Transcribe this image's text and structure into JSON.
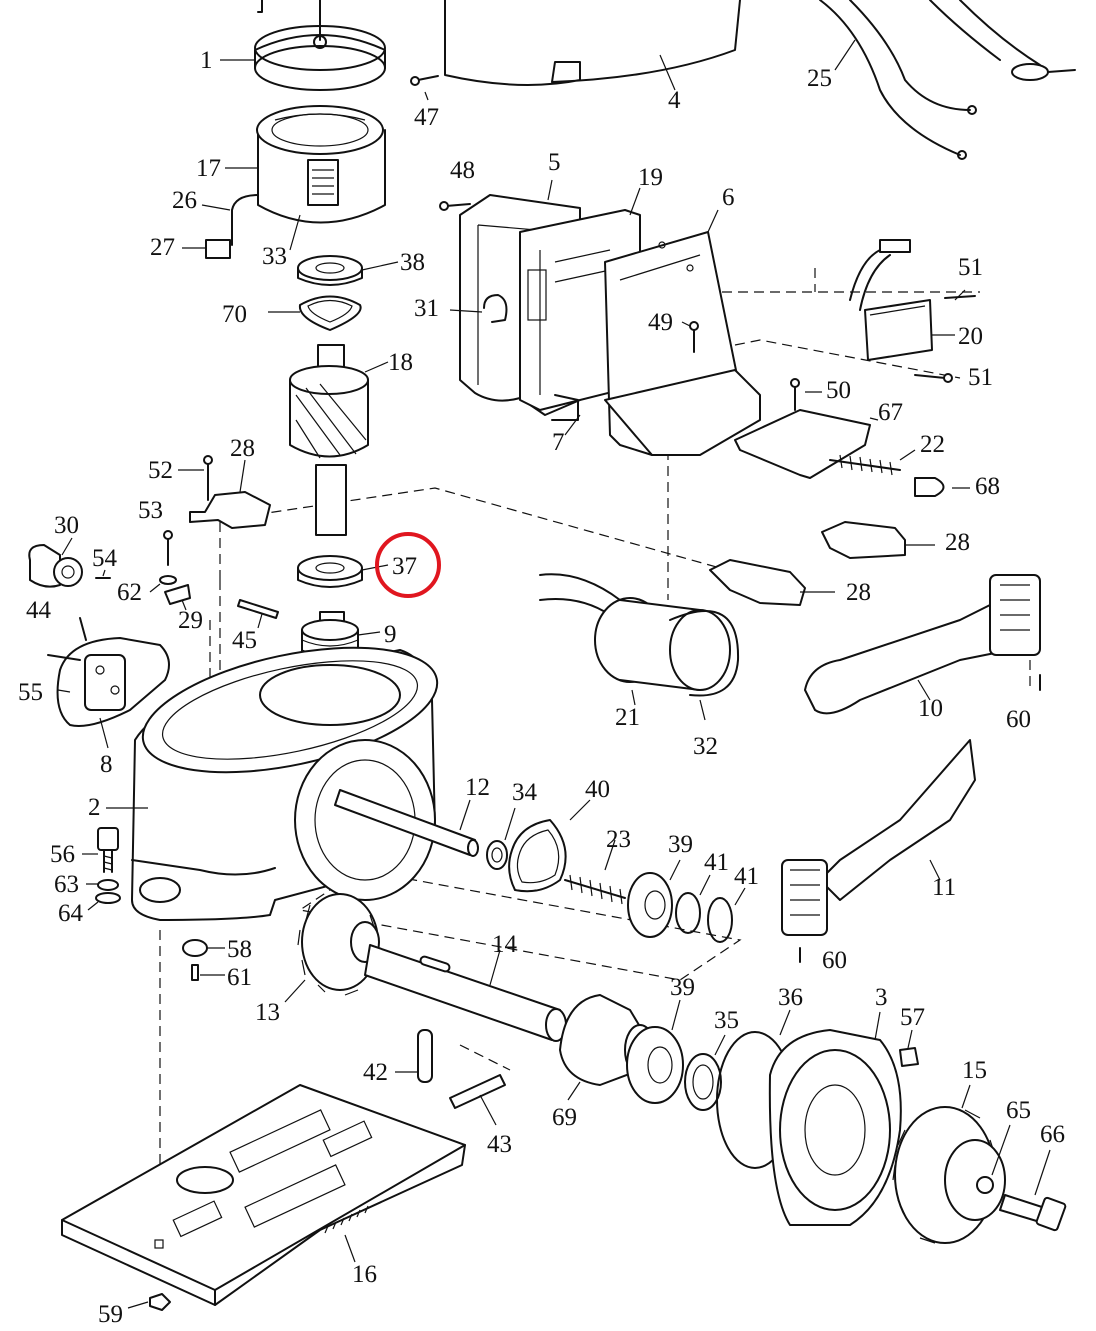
{
  "diagram": {
    "highlight_color": "#e0161f",
    "highlighted_part": "37",
    "labels": {
      "p1": "1",
      "p2": "2",
      "p3": "3",
      "p4": "4",
      "p5": "5",
      "p6": "6",
      "p7": "7",
      "p8": "8",
      "p9": "9",
      "p10": "10",
      "p11": "11",
      "p12": "12",
      "p13": "13",
      "p14": "14",
      "p15": "15",
      "p16": "16",
      "p17": "17",
      "p18": "18",
      "p19": "19",
      "p20": "20",
      "p21": "21",
      "p22": "22",
      "p23": "23",
      "p25": "25",
      "p26": "26",
      "p27": "27",
      "p28a": "28",
      "p28b": "28",
      "p28c": "28",
      "p29": "29",
      "p30": "30",
      "p31": "31",
      "p32": "32",
      "p33": "33",
      "p34": "34",
      "p35": "35",
      "p36": "36",
      "p37": "37",
      "p38": "38",
      "p39a": "39",
      "p39b": "39",
      "p40": "40",
      "p41a": "41",
      "p41b": "41",
      "p42": "42",
      "p43": "43",
      "p44": "44",
      "p45": "45",
      "p47": "47",
      "p48": "48",
      "p49": "49",
      "p50": "50",
      "p51a": "51",
      "p51b": "51",
      "p52": "52",
      "p53": "53",
      "p54": "54",
      "p55": "55",
      "p56": "56",
      "p57": "57",
      "p58": "58",
      "p59": "59",
      "p60a": "60",
      "p60b": "60",
      "p61": "61",
      "p62": "62",
      "p63": "63",
      "p64": "64",
      "p65": "65",
      "p66": "66",
      "p67": "67",
      "p68": "68",
      "p69": "69",
      "p70": "70"
    }
  }
}
